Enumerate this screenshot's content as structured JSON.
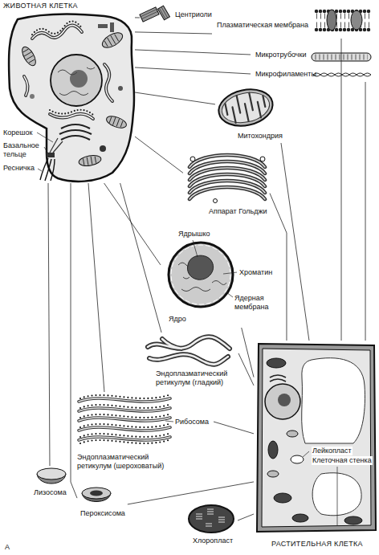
{
  "diagram": {
    "nodes": [
      {
        "text": [
          "ЖИВОТНАЯ КЛЕТКА",
          "Корешок",
          "Базальное тельце",
          "Ресничка"
        ]
      },
      {
        "text": [
          "Центриоли"
        ]
      },
      {
        "text": [
          "Плазматическая мембрана"
        ]
      },
      {
        "text": [
          "Микротрубочки"
        ]
      },
      {
        "text": [
          "Микрофиламенты"
        ]
      },
      {
        "text": [
          "Митохондрия"
        ]
      },
      {
        "text": [
          "Аппарат Гольджи"
        ]
      },
      {
        "text": [
          "Ядрышко",
          "Хроматин",
          "Ядерная мембрана",
          "Ядро"
        ]
      },
      {
        "text": [
          "Эндоплазматический ретикулум (гладкий)"
        ]
      },
      {
        "text": [
          "Рибосома",
          "Эндоплазматический ретикулум (шероховатый)"
        ]
      },
      {
        "text": [
          "Лизосома"
        ]
      },
      {
        "text": [
          "Пероксисома"
        ]
      },
      {
        "text": [
          "Лейкопласт",
          "Клеточная стенка",
          "РАСТИТЕЛЬНАЯ КЛЕТКА"
        ]
      },
      {
        "text": [
          "Хлоропласт"
        ]
      }
    ],
    "edges": [
      {
        "from": 0,
        "to": 1,
        "arrow": "none"
      },
      {
        "from": 0,
        "to": 2,
        "arrow": "none"
      },
      {
        "from": 0,
        "to": 3,
        "arrow": "none"
      },
      {
        "from": 0,
        "to": 4,
        "arrow": "none"
      },
      {
        "from": 0,
        "to": 5,
        "arrow": "none"
      },
      {
        "from": 0,
        "to": 6,
        "arrow": "none"
      },
      {
        "from": 0,
        "to": 7,
        "arrow": "none"
      },
      {
        "from": 0,
        "to": 8,
        "arrow": "none"
      },
      {
        "from": 0,
        "to": 9,
        "arrow": "none"
      },
      {
        "from": 0,
        "to": 10,
        "arrow": "none"
      },
      {
        "from": 0,
        "to": 11,
        "arrow": "none"
      },
      {
        "from": 12,
        "to": 2,
        "arrow": "none"
      },
      {
        "from": 12,
        "to": 4,
        "arrow": "none"
      },
      {
        "from": 12,
        "to": 5,
        "arrow": "none"
      },
      {
        "from": 12,
        "to": 6,
        "arrow": "none"
      },
      {
        "from": 12,
        "to": 7,
        "arrow": "none"
      },
      {
        "from": 12,
        "to": 8,
        "arrow": "none"
      },
      {
        "from": 12,
        "to": 9,
        "arrow": "none"
      },
      {
        "from": 12,
        "to": 11,
        "arrow": "none"
      },
      {
        "from": 12,
        "to": 13,
        "arrow": "none"
      }
    ],
    "labels": [
      "А"
    ]
  }
}
